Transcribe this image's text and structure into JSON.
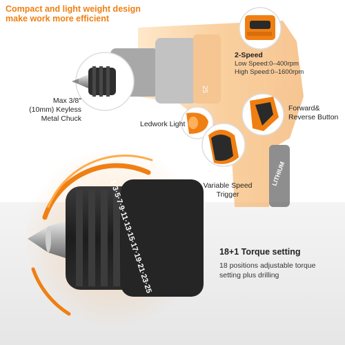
{
  "headline": {
    "line1": "Compact and light weight design",
    "line2": "make work more efficient"
  },
  "callouts": {
    "chuck": {
      "line1": "Max 3/8″",
      "line2": "(10mm) Keyless",
      "line3": "Metal Chuck"
    },
    "speed": {
      "title": "2-Speed",
      "low": "Low Speed:0–400rpm",
      "high": "High Speed:0–1600rpm"
    },
    "led": {
      "label": "Ledwork Light"
    },
    "reverse": {
      "line1": "Forward&",
      "line2": "Reverse Button"
    },
    "trigger": {
      "line1": "Variable Speed",
      "line2": "Trigger"
    }
  },
  "drill_body_text": {
    "brand": "LITHIUM",
    "collar_number": "25"
  },
  "torque": {
    "title": "18+1 Torque setting",
    "desc_line1": "18 positions adjustable torque",
    "desc_line2": "setting plus drilling",
    "scale": "1·3·5·7·9·11·13·15·17·19·21·23·25"
  },
  "colors": {
    "accent": "#f07f13",
    "body_dark": "#2a2a2a",
    "metal": "#b9b9b9"
  }
}
